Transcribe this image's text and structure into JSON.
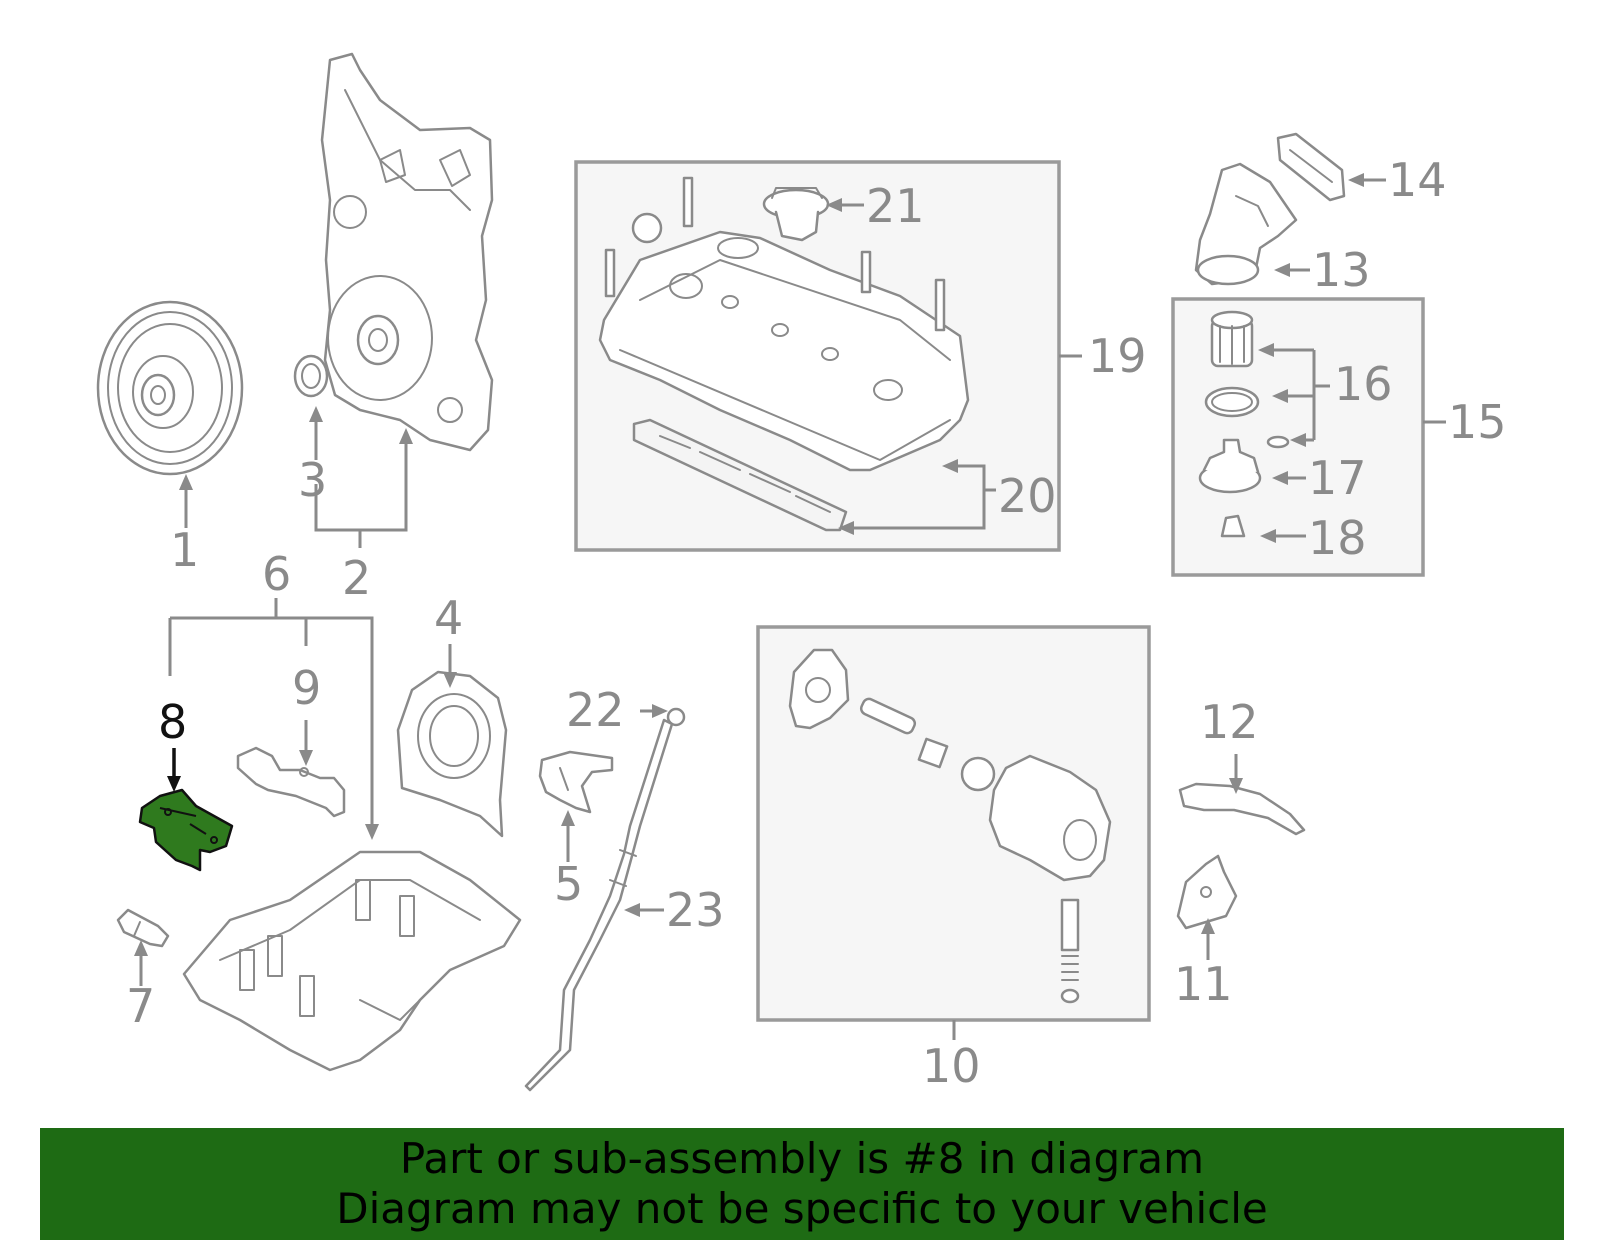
{
  "diagram": {
    "highlighted_part": "8",
    "accent_color": "#1e6b14",
    "highlight_fill": "#2f7a1e",
    "callouts": [
      "1",
      "2",
      "3",
      "4",
      "5",
      "6",
      "7",
      "8",
      "9",
      "10",
      "11",
      "12",
      "13",
      "14",
      "15",
      "16",
      "17",
      "18",
      "19",
      "20",
      "21",
      "22",
      "23"
    ]
  },
  "banner": {
    "line1": "Part or sub-assembly is #8 in diagram",
    "line2": "Diagram may not be specific to your vehicle"
  }
}
